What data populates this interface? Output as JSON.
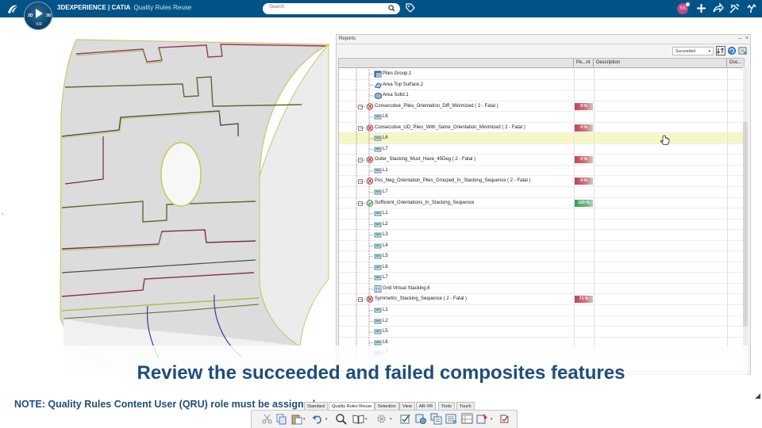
{
  "topbar": {
    "brand_strong": "3DEXPERIENCE | CATIA",
    "app_name": "Quality Rules Reuse",
    "search_placeholder": "Search",
    "avatar_initials": "SS",
    "compass_left": "3D",
    "compass_right": "3D",
    "compass_version": "V.R"
  },
  "reports": {
    "title": "Reports",
    "filter_value": "Succeeded",
    "columns": [
      "",
      "Pe...nt",
      "Description",
      "Doc..."
    ],
    "rows": [
      {
        "label": "Plies Group.1",
        "level": 2,
        "icon": "ply-group-icon",
        "badge": "",
        "status": ""
      },
      {
        "label": "Area Top Surface.2",
        "level": 2,
        "icon": "surface-icon",
        "badge": "",
        "status": ""
      },
      {
        "label": "Area Solid.1",
        "level": 2,
        "icon": "solid-icon",
        "badge": "",
        "status": ""
      },
      {
        "label": "Consecutive_Plies_Orientation_Diff_Minimized ( 2 - Fatal )",
        "level": 1,
        "icon": "rule-fail-icon",
        "badge": "0 %",
        "status": "fail"
      },
      {
        "label": "L6",
        "level": 2,
        "icon": "ply-icon",
        "badge": "",
        "status": ""
      },
      {
        "label": "Consecutive_UD_Plies_With_Same_Orientation_Minimized ( 2 - Fatal )",
        "level": 1,
        "icon": "rule-fail-icon",
        "badge": "0 %",
        "status": "fail"
      },
      {
        "label": "L6",
        "level": 2,
        "icon": "ply-icon",
        "badge": "",
        "status": "",
        "highlight": true
      },
      {
        "label": "L7",
        "level": 2,
        "icon": "ply-icon",
        "badge": "",
        "status": ""
      },
      {
        "label": "Outer_Stacking_Must_Have_45Deg ( 2 - Fatal )",
        "level": 1,
        "icon": "rule-fail-icon",
        "badge": "0 %",
        "status": "fail"
      },
      {
        "label": "L1",
        "level": 2,
        "icon": "ply-icon",
        "badge": "",
        "status": ""
      },
      {
        "label": "Pos_Neg_Orientation_Plies_Grouped_In_Stacking_Sequence ( 2 - Fatal )",
        "level": 1,
        "icon": "rule-fail-icon",
        "badge": "0 %",
        "status": "fail"
      },
      {
        "label": "L7",
        "level": 2,
        "icon": "ply-icon",
        "badge": "",
        "status": ""
      },
      {
        "label": "Sufficient_Orientations_In_Stacking_Sequence",
        "level": 1,
        "icon": "rule-ok-icon",
        "badge": "100 %",
        "status": "ok"
      },
      {
        "label": "L1",
        "level": 2,
        "icon": "ply-icon",
        "badge": "",
        "status": ""
      },
      {
        "label": "L2",
        "level": 2,
        "icon": "ply-icon",
        "badge": "",
        "status": ""
      },
      {
        "label": "L3",
        "level": 2,
        "icon": "ply-icon",
        "badge": "",
        "status": ""
      },
      {
        "label": "L4",
        "level": 2,
        "icon": "ply-icon",
        "badge": "",
        "status": ""
      },
      {
        "label": "L5",
        "level": 2,
        "icon": "ply-icon",
        "badge": "",
        "status": ""
      },
      {
        "label": "L6",
        "level": 2,
        "icon": "ply-icon",
        "badge": "",
        "status": ""
      },
      {
        "label": "L7",
        "level": 2,
        "icon": "ply-icon",
        "badge": "",
        "status": ""
      },
      {
        "label": "Grid Virtual Stacking.6",
        "level": 2,
        "icon": "grid-icon",
        "badge": "",
        "status": ""
      },
      {
        "label": "Symmetric_Stacking_Sequence ( 2 - Fatal )",
        "level": 1,
        "icon": "rule-fail-icon",
        "badge": "71 %",
        "status": "fail"
      },
      {
        "label": "L1",
        "level": 2,
        "icon": "ply-icon",
        "badge": "",
        "status": ""
      },
      {
        "label": "L2",
        "level": 2,
        "icon": "ply-icon",
        "badge": "",
        "status": ""
      },
      {
        "label": "L5",
        "level": 2,
        "icon": "ply-icon",
        "badge": "",
        "status": ""
      },
      {
        "label": "L6",
        "level": 2,
        "icon": "ply-icon",
        "badge": "",
        "status": ""
      },
      {
        "label": "L7",
        "level": 2,
        "icon": "ply-icon",
        "badge": "",
        "status": ""
      }
    ]
  },
  "banner": {
    "headline": "Review the succeeded and failed composites features",
    "note": "NOTE: Quality Rules Content User (QRU) role must be assigned"
  },
  "toolbar": {
    "tabs": [
      "Standard",
      "Quality Rules Reuse",
      "Selection",
      "View",
      "AR-VR",
      "Tools",
      "Touch"
    ],
    "active_tab": "Quality Rules Reuse"
  },
  "colors": {
    "topbar": "#005386",
    "banner_text": "#1f4e79",
    "fail_badge": "#c05c6b",
    "ok_badge": "#4caf61",
    "row_highlight": "#f6f7c6"
  }
}
